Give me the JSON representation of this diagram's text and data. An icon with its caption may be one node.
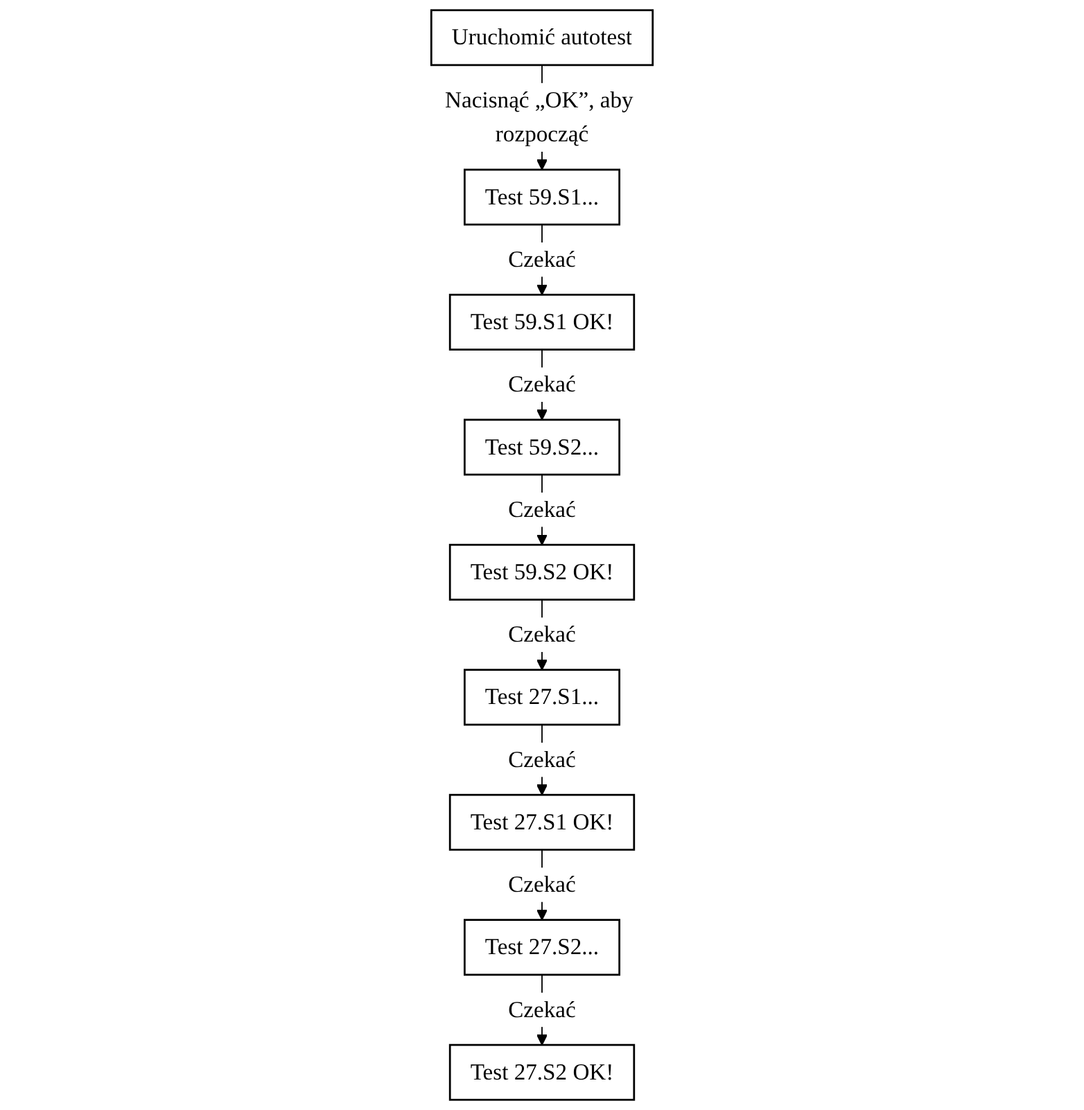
{
  "diagram": {
    "nodes": [
      {
        "text": [
          "Uruchomić autotest"
        ]
      },
      {
        "text": [
          "Test 59.S1..."
        ]
      },
      {
        "text": [
          "Test 59.S1 OK!"
        ]
      },
      {
        "text": [
          "Test 59.S2..."
        ]
      },
      {
        "text": [
          "Test 59.S2 OK!"
        ]
      },
      {
        "text": [
          "Test 27.S1..."
        ]
      },
      {
        "text": [
          "Test 27.S1 OK!"
        ]
      },
      {
        "text": [
          "Test 27.S2..."
        ]
      },
      {
        "text": [
          "Test 27.S2 OK!"
        ]
      }
    ],
    "edges": [
      {
        "from": 0,
        "to": 1,
        "arrow": "to",
        "label": "Nacisnąć „OK”, aby rozpocząć"
      },
      {
        "from": 1,
        "to": 2,
        "arrow": "to",
        "label": "Czekać"
      },
      {
        "from": 2,
        "to": 3,
        "arrow": "to",
        "label": "Czekać"
      },
      {
        "from": 3,
        "to": 4,
        "arrow": "to",
        "label": "Czekać"
      },
      {
        "from": 4,
        "to": 5,
        "arrow": "to",
        "label": "Czekać"
      },
      {
        "from": 5,
        "to": 6,
        "arrow": "to",
        "label": "Czekać"
      },
      {
        "from": 6,
        "to": 7,
        "arrow": "to",
        "label": "Czekać"
      },
      {
        "from": 7,
        "to": 8,
        "arrow": "to",
        "label": "Czekać"
      }
    ]
  }
}
